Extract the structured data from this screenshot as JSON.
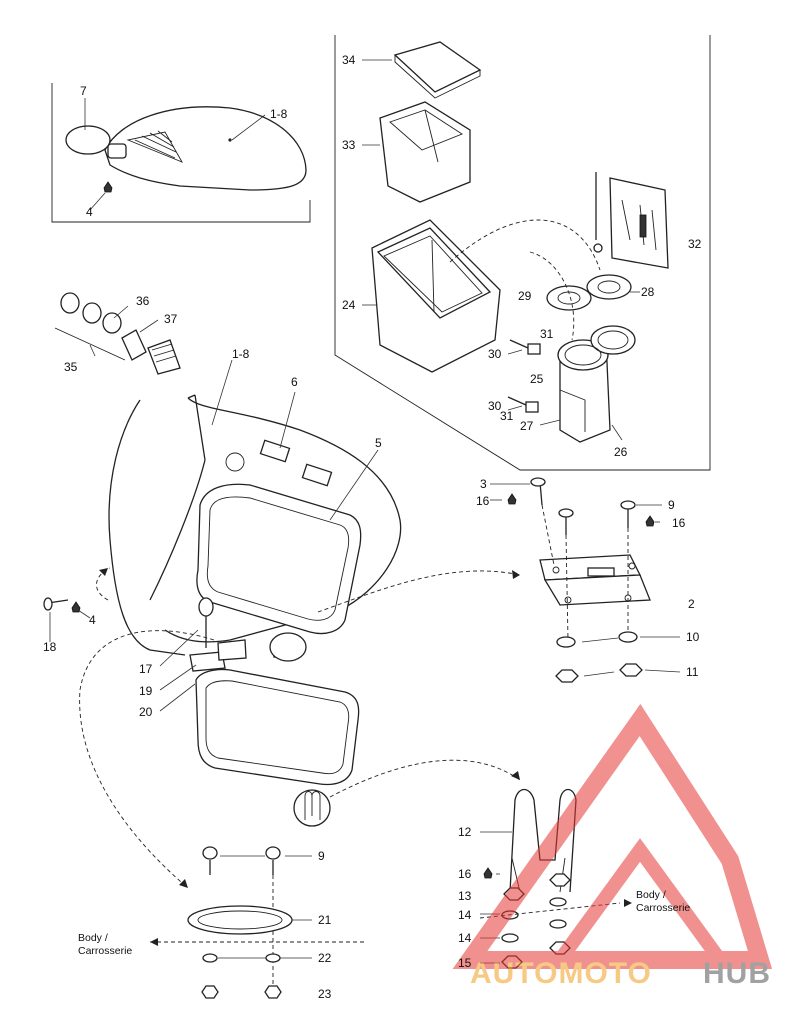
{
  "labels": {
    "p1_8_top": "1-8",
    "p7": "7",
    "p4_top": "4",
    "p34": "34",
    "p33": "33",
    "p32": "32",
    "p24": "24",
    "p29": "29",
    "p28": "28",
    "p31_a": "31",
    "p30_a": "30",
    "p25": "25",
    "p30_b": "30",
    "p31_b": "31",
    "p27": "27",
    "p26": "26",
    "p36": "36",
    "p37": "37",
    "p35": "35",
    "p1_8_main": "1-8",
    "p6": "6",
    "p5": "5",
    "p3": "3",
    "p16_a": "16",
    "p9_a": "9",
    "p16_b": "16",
    "p2": "2",
    "p10": "10",
    "p11": "11",
    "p18": "18",
    "p4_mid": "4",
    "p17": "17",
    "p19": "19",
    "p20": "20",
    "p12": "12",
    "p16_c": "16",
    "p13": "13",
    "p14_a": "14",
    "p14_b": "14",
    "p15": "15",
    "p9_b": "9",
    "p21": "21",
    "p22": "22",
    "p23": "23"
  },
  "body_label_right": {
    "line1": "Body /",
    "line2": "Carrosserie"
  },
  "body_label_left": {
    "line1": "Body /",
    "line2": "Carrosserie"
  },
  "watermark": {
    "part1": "AUTOMOTO",
    "part2": "HUB",
    "color1": "#f0a020",
    "color2": "#555555",
    "triangle_color": "#e53935"
  }
}
